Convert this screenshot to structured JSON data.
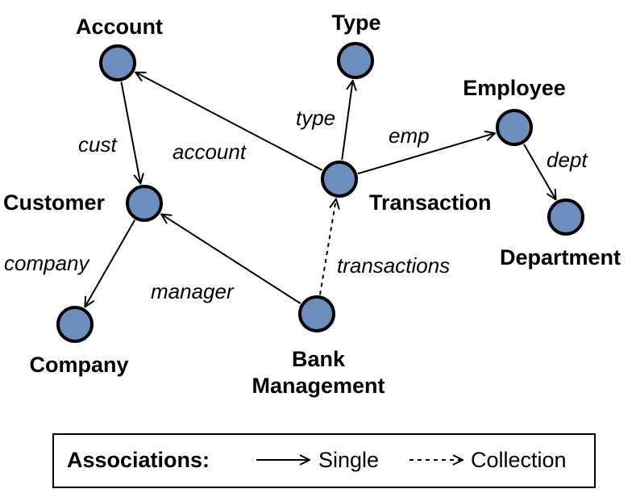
{
  "diagram": {
    "nodes": [
      {
        "id": "account",
        "label_lines": [
          "Account"
        ]
      },
      {
        "id": "type",
        "label_lines": [
          "Type"
        ]
      },
      {
        "id": "employee",
        "label_lines": [
          "Employee"
        ]
      },
      {
        "id": "transaction",
        "label_lines": [
          "Transaction"
        ]
      },
      {
        "id": "customer",
        "label_lines": [
          "Customer"
        ]
      },
      {
        "id": "department",
        "label_lines": [
          "Department"
        ]
      },
      {
        "id": "company",
        "label_lines": [
          "Company"
        ]
      },
      {
        "id": "bank",
        "label_lines": [
          "Bank",
          "Management"
        ]
      }
    ],
    "edges": [
      {
        "id": "cust",
        "from": "account",
        "to": "customer",
        "label": "cust",
        "kind": "single"
      },
      {
        "id": "account",
        "from": "transaction",
        "to": "account",
        "label": "account",
        "kind": "single"
      },
      {
        "id": "type",
        "from": "transaction",
        "to": "type",
        "label": "type",
        "kind": "single"
      },
      {
        "id": "emp",
        "from": "transaction",
        "to": "employee",
        "label": "emp",
        "kind": "single"
      },
      {
        "id": "dept",
        "from": "employee",
        "to": "department",
        "label": "dept",
        "kind": "single"
      },
      {
        "id": "company",
        "from": "customer",
        "to": "company",
        "label": "company",
        "kind": "single"
      },
      {
        "id": "manager",
        "from": "bank",
        "to": "customer",
        "label": "manager",
        "kind": "single"
      },
      {
        "id": "transactions",
        "from": "bank",
        "to": "transaction",
        "label": "transactions",
        "kind": "collection"
      }
    ],
    "colors": {
      "node_fill": "#6c8ebf",
      "node_stroke": "#000000"
    }
  },
  "legend": {
    "title": "Associations:",
    "single_label": "Single",
    "collection_label": "Collection"
  }
}
